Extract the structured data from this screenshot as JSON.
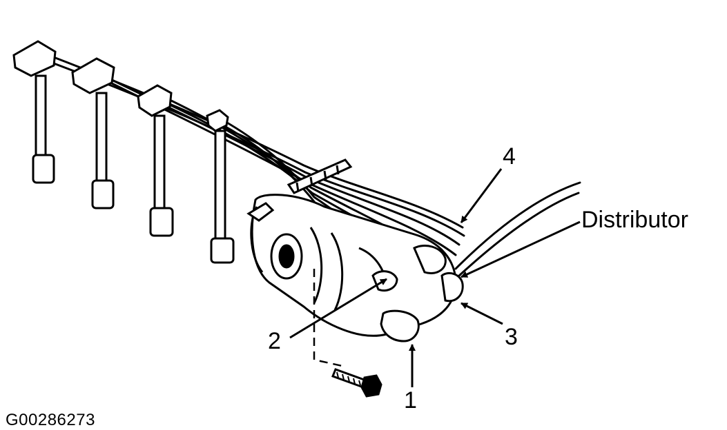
{
  "labels": {
    "one": "1",
    "two": "2",
    "three": "3",
    "four": "4",
    "distributor": "Distributor"
  },
  "figure_code": "G00286273",
  "icons": [
    "spark-plug-wire-boot",
    "distributor",
    "mounting-bolt",
    "callout-arrow"
  ],
  "colors": {
    "ink": "#000000",
    "background": "#ffffff"
  }
}
